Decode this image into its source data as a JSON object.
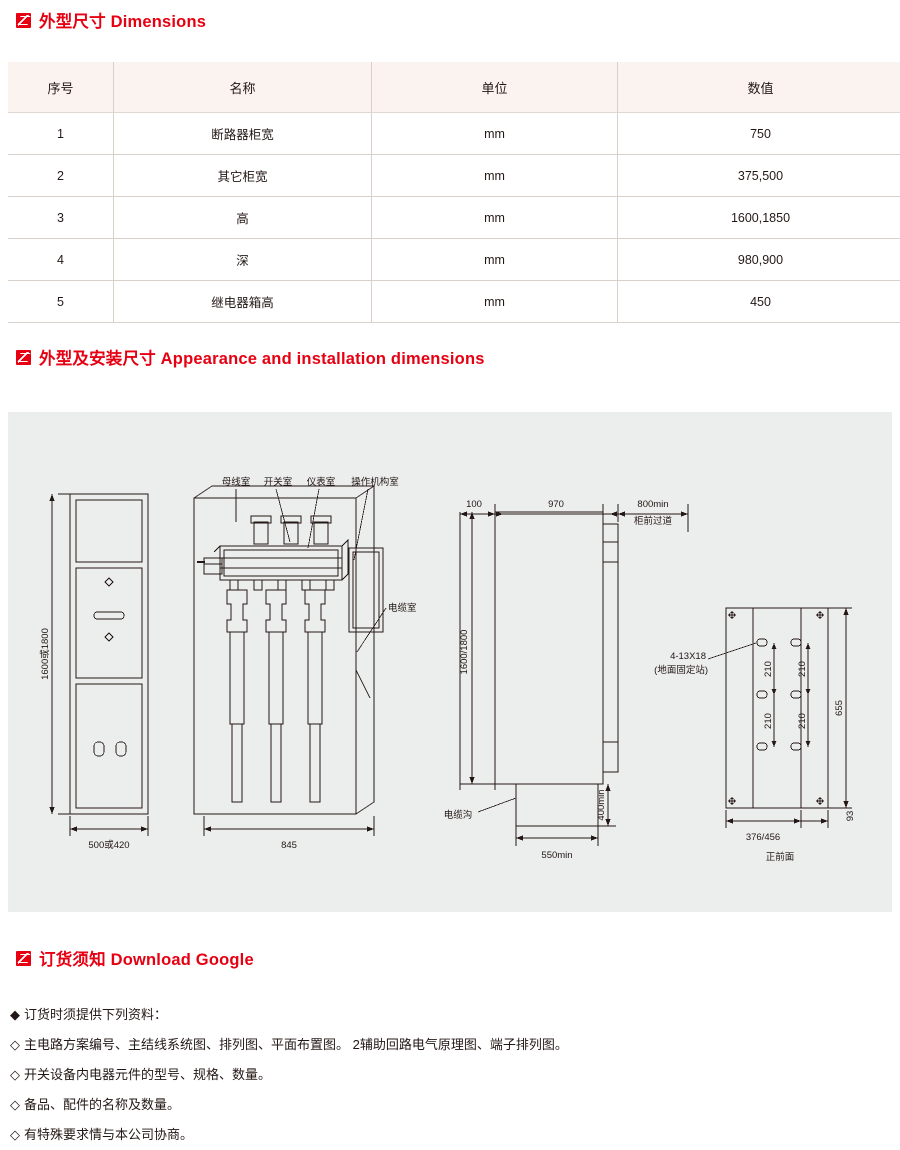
{
  "sections": {
    "dimensions_heading": "外型尺寸 Dimensions",
    "appearance_heading": "外型及安装尺寸 Appearance and installation dimensions",
    "order_heading": "订货须知 Download Google"
  },
  "dimensions_table": {
    "headers": [
      "序号",
      "名称",
      "单位",
      "数值"
    ],
    "rows": [
      [
        "1",
        "断路器柜宽",
        "mm",
        "750"
      ],
      [
        "2",
        "其它柜宽",
        "mm",
        "375,500"
      ],
      [
        "3",
        "高",
        "mm",
        "1600,1850"
      ],
      [
        "4",
        "深",
        "mm",
        "980,900"
      ],
      [
        "5",
        "继电器箱高",
        "mm",
        "450"
      ]
    ]
  },
  "drawing": {
    "labels": {
      "busbar_room": "母线室",
      "switch_room": "开关室",
      "meter_room": "仪表室",
      "mechanism_room": "操作机构室",
      "cable_room": "电缆室",
      "front_height": "1600或1800",
      "front_width": "500或420",
      "mid_width": "845",
      "side_100": "100",
      "side_970": "970",
      "side_800min": "800min",
      "side_aisle": "柜前过道",
      "side_height": "1600/1800",
      "side_400min": "400min",
      "side_550min": "550min",
      "cable_trench": "电缆沟",
      "hole_spec": "4-13X18",
      "hole_note": "(地面固定站)",
      "plan_210_a": "210",
      "plan_210_b": "210",
      "plan_210_c": "210",
      "plan_210_d": "210",
      "plan_655": "655",
      "plan_93": "93",
      "plan_width": "376/456",
      "plan_front": "正前面"
    }
  },
  "order_notes": [
    {
      "bullet": "◆",
      "text": "订货时须提供下列资料："
    },
    {
      "bullet": "◇",
      "text": "主电路方案编号、主结线系统图、排列图、平面布置图。 2辅助回路电气原理图、端子排列图。"
    },
    {
      "bullet": "◇",
      "text": "开关设备内电器元件的型号、规格、数量。"
    },
    {
      "bullet": "◇",
      "text": "备品、配件的名称及数量。"
    },
    {
      "bullet": "◇",
      "text": "有特殊要求情与本公司协商。"
    }
  ],
  "colors": {
    "accent": "#e60012",
    "table_header_bg": "#fbf3ef",
    "panel_bg": "#eceded",
    "line": "#231815"
  }
}
